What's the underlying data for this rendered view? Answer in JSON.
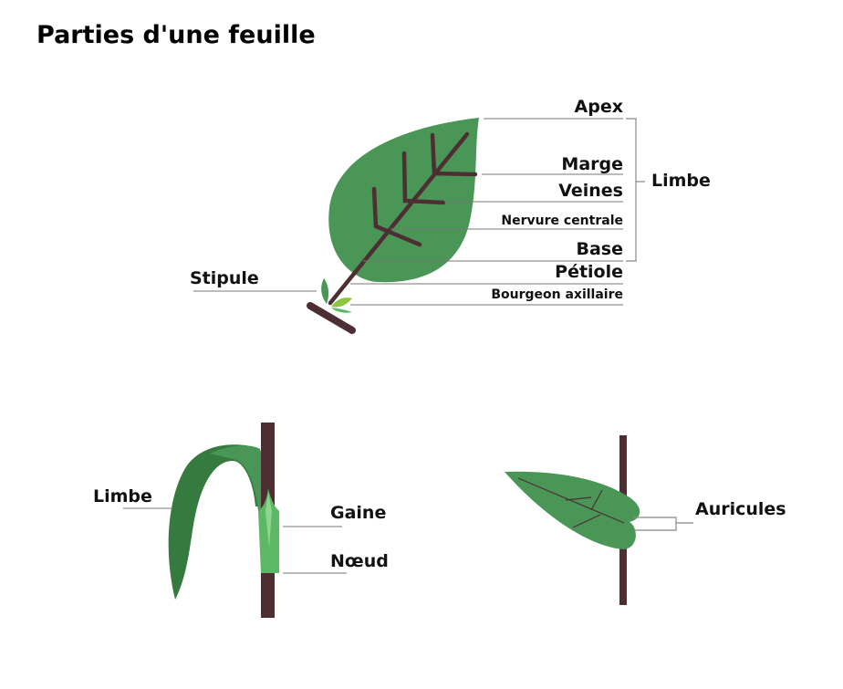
{
  "title": "Parties d'une feuille",
  "top_diagram": {
    "labels": {
      "apex": "Apex",
      "marge": "Marge",
      "veines": "Veines",
      "nervure": "Nervure centrale",
      "base": "Base",
      "petiole": "Pétiole",
      "bourgeon": "Bourgeon axillaire",
      "limbe": "Limbe",
      "stipule": "Stipule"
    }
  },
  "bottom_left": {
    "limbe": "Limbe",
    "gaine": "Gaine",
    "noeud": "Nœud"
  },
  "bottom_right": {
    "auricules": "Auricules"
  },
  "colors": {
    "leaf": "#4a9656",
    "leaf_dark": "#357a3e",
    "leaf_light": "#5cb865",
    "stem": "#4d2f33",
    "bud": "#8cc63f"
  }
}
